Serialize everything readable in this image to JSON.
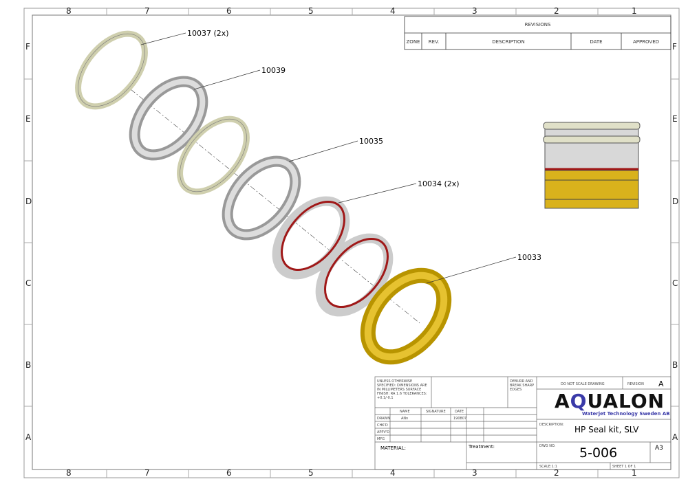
{
  "zones": {
    "columns": [
      "8",
      "7",
      "6",
      "5",
      "4",
      "3",
      "2",
      "1"
    ],
    "rows": [
      "F",
      "E",
      "D",
      "C",
      "B",
      "A"
    ]
  },
  "revisions": {
    "title": "REVISIONS",
    "headers": [
      "ZONE",
      "REV.",
      "DESCRIPTION",
      "DATE",
      "APPROVED"
    ]
  },
  "balloons": [
    "10037 (2x)",
    "10039",
    "10035",
    "10034 (2x)",
    "10033"
  ],
  "title_block": {
    "notes": "UNLESS OTHERWISE SPECIFIED: DIMENSIONS ARE IN MILLIMETERS SURFACE FINISH: RA 1.6 TOLERANCES: +0.1/-0.1",
    "deburr": "DEBURR AND BREAK SHARP EDGES",
    "do_not_scale": "DO NOT SCALE DRAWING",
    "revision_label": "REVISION",
    "revision": "A",
    "logo": "AQUALON",
    "logo_sub": "Waterjet Technology Sweden AB",
    "col_headers": [
      "NAME",
      "SIGNATURE",
      "DATE"
    ],
    "rows": [
      "DRAWN",
      "CHK'D",
      "APPV'D",
      "MFG"
    ],
    "drawn_name": "ANn",
    "drawn_date": "190807",
    "description_label": "DESCRIPTION:",
    "description": "HP Seal kit, SLV",
    "material_label": "MATERIAL:",
    "treatment_label": "Treatment:",
    "dwg_no_label": "DWG NO.",
    "dwg_no": "5-006",
    "size": "A3",
    "scale": "SCALE:1:1",
    "sheet": "SHEET 1 OF 1"
  }
}
